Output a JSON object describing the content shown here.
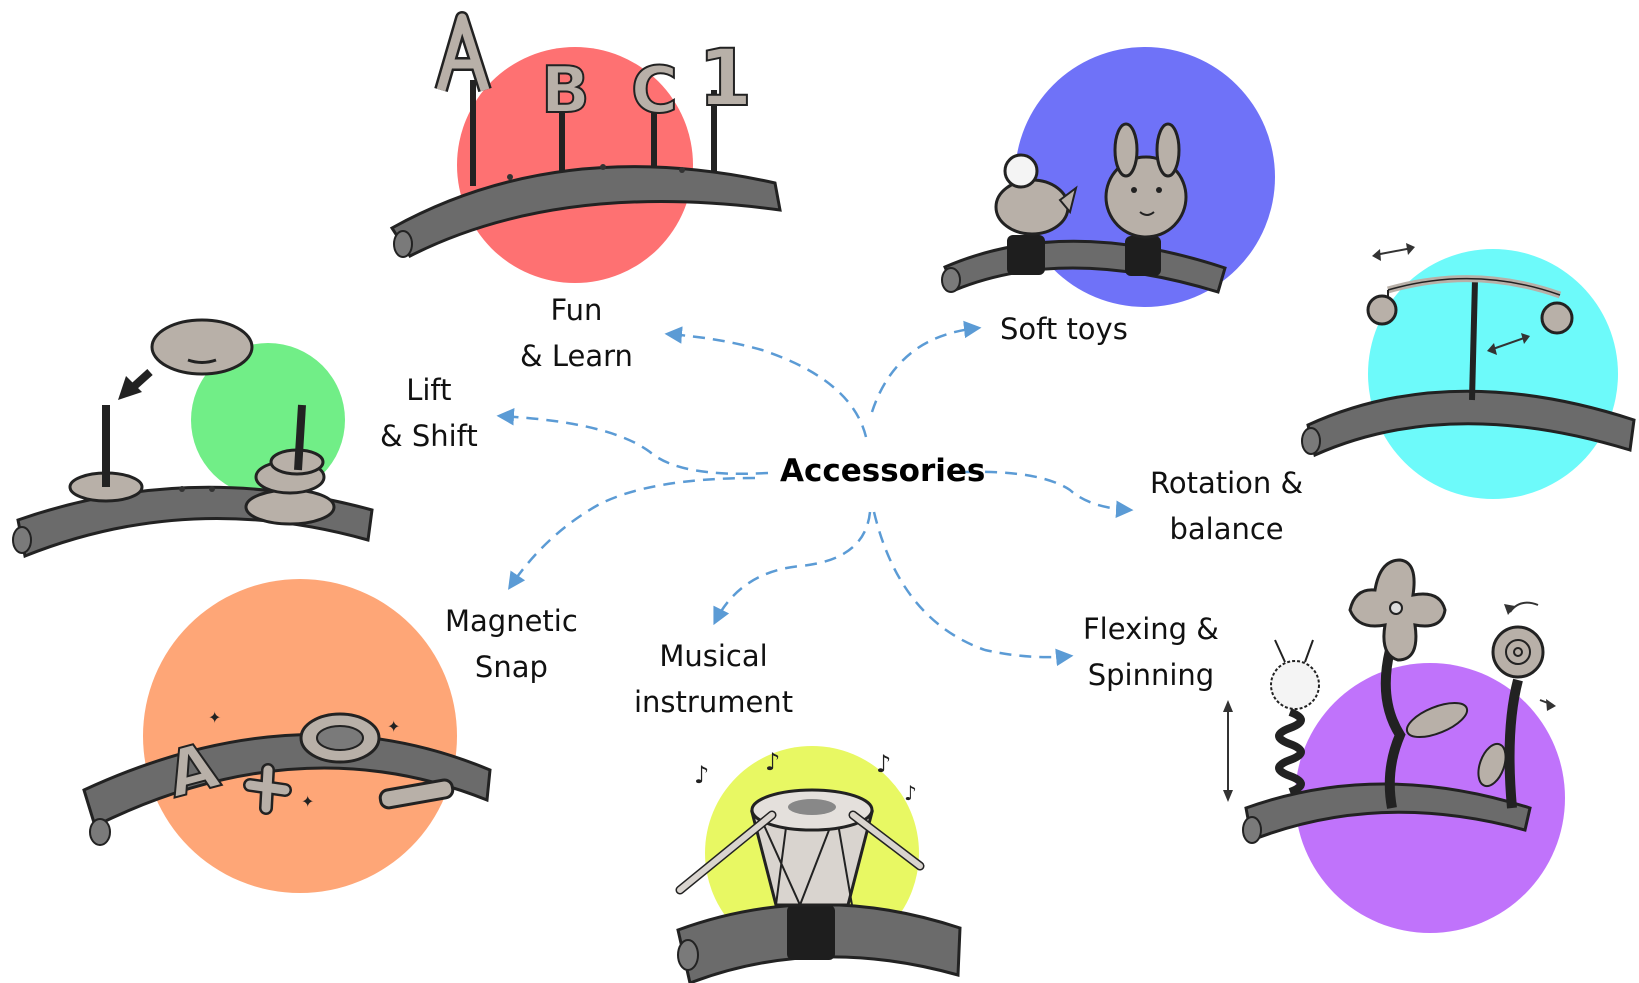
{
  "center": {
    "label": "Accessories"
  },
  "accessories": [
    {
      "id": "fun-learn",
      "lines": [
        "Fun",
        "& Learn"
      ],
      "circle_color": "#fe7172",
      "letters": [
        "A",
        "B",
        "C",
        "1"
      ]
    },
    {
      "id": "soft-toys",
      "lines": [
        "Soft toys"
      ],
      "circle_color": "#6f72f8"
    },
    {
      "id": "lift-shift",
      "lines": [
        "Lift",
        "& Shift"
      ],
      "circle_color": "#71ee87"
    },
    {
      "id": "rotation-balance",
      "lines": [
        "Rotation &",
        "balance"
      ],
      "circle_color": "#6dfafa"
    },
    {
      "id": "magnetic-snap",
      "lines": [
        "Magnetic",
        "Snap"
      ],
      "circle_color": "#fea677",
      "letters": [
        "A",
        "O"
      ]
    },
    {
      "id": "musical-instrument",
      "lines": [
        "Musical",
        "instrument"
      ],
      "circle_color": "#e8f863"
    },
    {
      "id": "flexing-spinning",
      "lines": [
        "Flexing &",
        "Spinning"
      ],
      "circle_color": "#c073fb"
    }
  ],
  "colors": {
    "arrow": "#5b9bd5",
    "bar": "#6b6b6b",
    "bar_dark": "#4a4a4a",
    "piece": "#b8b0a8",
    "ink": "#111111"
  }
}
